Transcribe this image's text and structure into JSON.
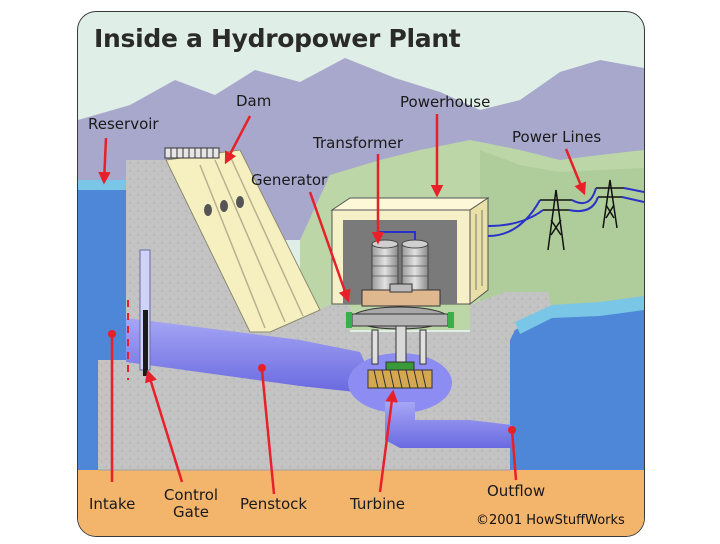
{
  "title": "Inside a Hydropower Plant",
  "labels": {
    "reservoir": "Reservoir",
    "dam": "Dam",
    "powerhouse": "Powerhouse",
    "transformer": "Transformer",
    "power_lines": "Power Lines",
    "generator": "Generator",
    "intake": "Intake",
    "control_gate_line1": "Control",
    "control_gate_line2": "Gate",
    "penstock": "Penstock",
    "turbine": "Turbine",
    "outflow": "Outflow"
  },
  "copyright": "©2001 HowStuffWorks",
  "colors": {
    "frame": "#3a3a3a",
    "sky": "#dfeee6",
    "mountains": "#a8a8cc",
    "hills": "#bcd6a8",
    "water": "#4e86d8",
    "water_light": "#79c6e6",
    "concrete": "#c4c4c4",
    "sand": "#f3b46c",
    "penstock": "#7f7ff0",
    "dam_face": "#f6f0c0",
    "powerhouse": "#f6f0c8",
    "pointer": "#e8202a"
  }
}
